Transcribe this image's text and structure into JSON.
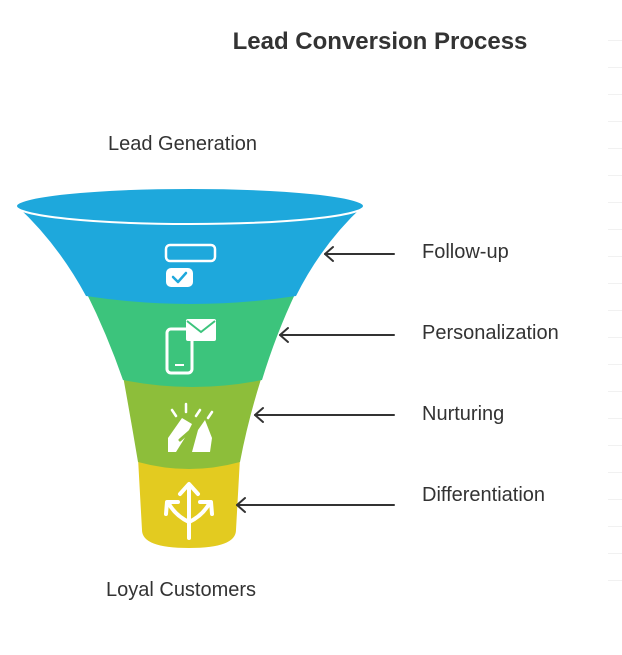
{
  "title": "Lead Conversion Process",
  "top_label": "Lead Generation",
  "bottom_label": "Loyal Customers",
  "stages": [
    {
      "label": "Follow-up",
      "color": "#1EA8DC",
      "icon": "form-check-icon"
    },
    {
      "label": "Personalization",
      "color": "#3CC47C",
      "icon": "phone-message-icon"
    },
    {
      "label": "Nurturing",
      "color": "#8DBE3A",
      "icon": "handshake-icon"
    },
    {
      "label": "Differentiation",
      "color": "#E3CB20",
      "icon": "split-arrows-icon"
    }
  ],
  "rim_color": "#1EA8DC",
  "arrow_color": "#333333"
}
